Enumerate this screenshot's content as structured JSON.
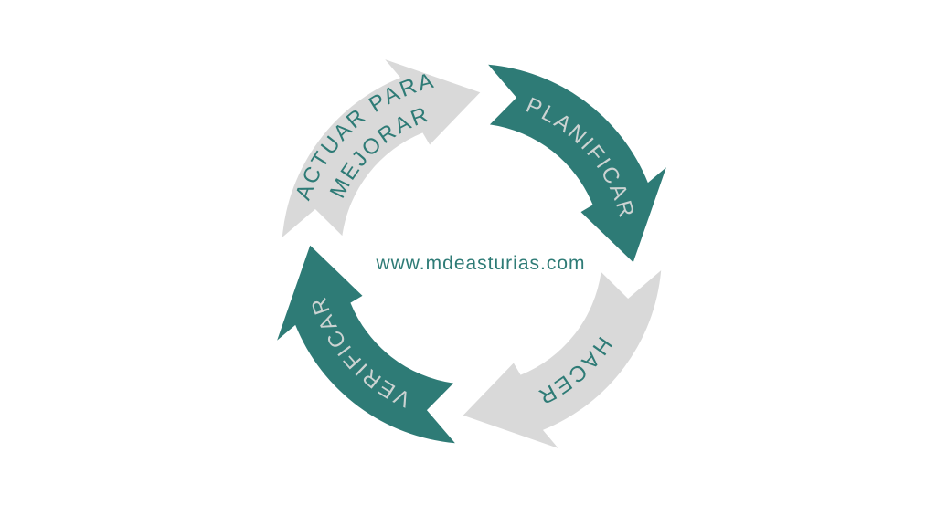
{
  "background_color": "#ffffff",
  "colors": {
    "teal": "#2e7b76",
    "gray": "#d9d9d9",
    "label_on_teal": "#ccd3d2",
    "label_on_gray": "#2e7b76",
    "center_text_color": "#2e7b76"
  },
  "cycle": {
    "type": "pdca-cycle",
    "direction": "clockwise",
    "center_text": "www.mdeasturias.com",
    "steps": [
      {
        "label": "PLANIFICAR",
        "position": "top-right",
        "arrow_color_key": "teal"
      },
      {
        "label": "HACER",
        "position": "bottom-right",
        "arrow_color_key": "gray"
      },
      {
        "label": "VERIFICAR",
        "position": "bottom-left",
        "arrow_color_key": "teal"
      },
      {
        "label": "ACTUAR PARA MEJORAR",
        "line1": "ACTUAR PARA",
        "line2": "MEJORAR",
        "position": "top-left",
        "arrow_color_key": "gray"
      }
    ]
  }
}
